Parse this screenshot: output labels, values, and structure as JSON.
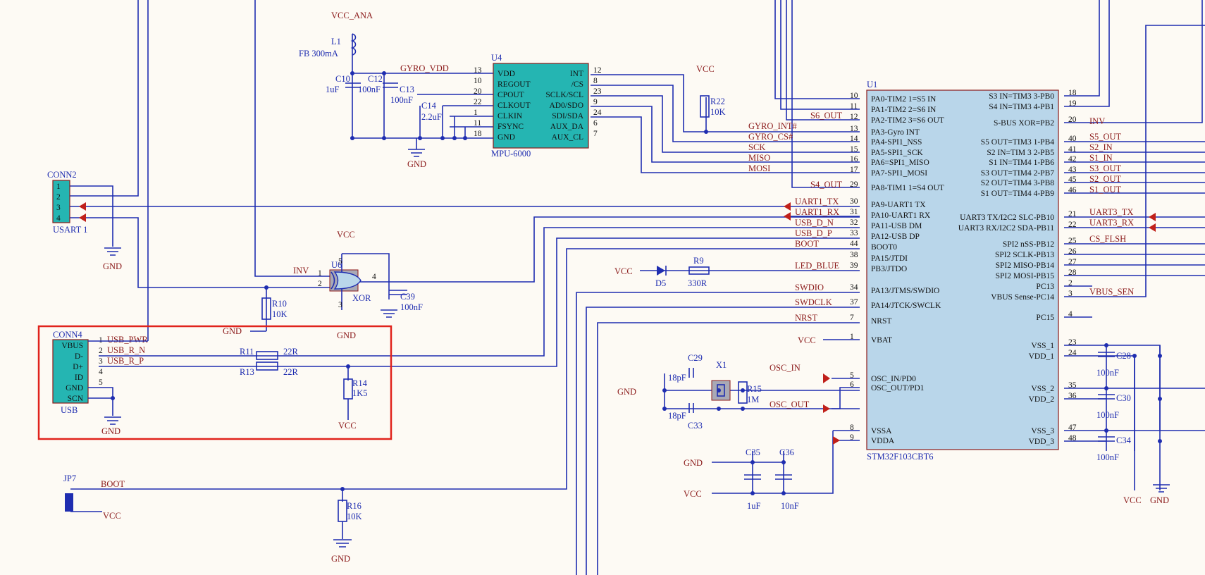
{
  "u1": {
    "ref": "U1",
    "part": "STM32F103CBT6",
    "left_pins": [
      {
        "num": "10",
        "name": "PA0-TIM2 1=S5 IN"
      },
      {
        "num": "11",
        "name": "PA1-TIM2 2=S6 IN"
      },
      {
        "num": "12",
        "name": "PA2-TIM2 3=S6 OUT"
      },
      {
        "num": "13",
        "name": "PA3-Gyro INT"
      },
      {
        "num": "14",
        "name": "PA4-SPI1_NSS"
      },
      {
        "num": "15",
        "name": "PA5-SPI1_SCK"
      },
      {
        "num": "16",
        "name": "PA6=SPI1_MISO"
      },
      {
        "num": "17",
        "name": "PA7-SPI1_MOSI"
      },
      {
        "num": "29",
        "name": "PA8-TIM1 1=S4 OUT"
      },
      {
        "num": "30",
        "name": "PA9-UART1 TX"
      },
      {
        "num": "31",
        "name": "PA10-UART1 RX"
      },
      {
        "num": "32",
        "name": "PA11-USB DM"
      },
      {
        "num": "33",
        "name": "PA12-USB DP"
      },
      {
        "num": "44",
        "name": "BOOT0"
      },
      {
        "num": "38",
        "name": "PA15/JTDI"
      },
      {
        "num": "39",
        "name": "PB3/JTDO"
      },
      {
        "num": "34",
        "name": "PA13/JTMS/SWDIO"
      },
      {
        "num": "37",
        "name": "PA14/JTCK/SWCLK"
      },
      {
        "num": "7",
        "name": "NRST"
      },
      {
        "num": "1",
        "name": "VBAT"
      },
      {
        "num": "5",
        "name": "OSC_IN/PD0"
      },
      {
        "num": "6",
        "name": "OSC_OUT/PD1"
      },
      {
        "num": "8",
        "name": "VSSA"
      },
      {
        "num": "9",
        "name": "VDDA"
      }
    ],
    "right_pins": [
      {
        "num": "18",
        "name": "S3 IN=TIM3 3-PB0"
      },
      {
        "num": "19",
        "name": "S4 IN=TIM3 4-PB1"
      },
      {
        "num": "20",
        "name": "S-BUS XOR=PB2"
      },
      {
        "num": "40",
        "name": "S5 OUT=TIM3 1-PB4"
      },
      {
        "num": "41",
        "name": "S2 IN=TIM 3 2-PB5"
      },
      {
        "num": "42",
        "name": "S1 IN=TIM4 1-PB6"
      },
      {
        "num": "43",
        "name": "S3 OUT=TIM4 2-PB7"
      },
      {
        "num": "45",
        "name": "S2 OUT=TIM4 3-PB8"
      },
      {
        "num": "46",
        "name": "S1 OUT=TIM4 4-PB9"
      },
      {
        "num": "21",
        "name": "UART3 TX/I2C2 SLC-PB10"
      },
      {
        "num": "22",
        "name": "UART3 RX/I2C2 SDA-PB11"
      },
      {
        "num": "25",
        "name": "SPI2 nSS-PB12"
      },
      {
        "num": "26",
        "name": "SPI2 SCLK-PB13"
      },
      {
        "num": "27",
        "name": "SPI2 MISO-PB14"
      },
      {
        "num": "28",
        "name": "SPI2 MOSI-PB15"
      },
      {
        "num": "2",
        "name": "PC13"
      },
      {
        "num": "3",
        "name": "VBUS Sense-PC14"
      },
      {
        "num": "4",
        "name": "PC15"
      },
      {
        "num": "23",
        "name": "VSS_1"
      },
      {
        "num": "24",
        "name": "VDD_1"
      },
      {
        "num": "35",
        "name": "VSS_2"
      },
      {
        "num": "36",
        "name": "VDD_2"
      },
      {
        "num": "47",
        "name": "VSS_3"
      },
      {
        "num": "48",
        "name": "VDD_3"
      }
    ]
  },
  "u4": {
    "ref": "U4",
    "part": "MPU-6000",
    "left_pins": [
      {
        "num": "13",
        "name": "VDD"
      },
      {
        "num": "10",
        "name": "REGOUT"
      },
      {
        "num": "20",
        "name": "CPOUT"
      },
      {
        "num": "22",
        "name": "CLKOUT"
      },
      {
        "num": "1",
        "name": "CLKIN"
      },
      {
        "num": "11",
        "name": "FSYNC"
      },
      {
        "num": "18",
        "name": "GND"
      }
    ],
    "right_pins": [
      {
        "num": "12",
        "name": "INT"
      },
      {
        "num": "8",
        "name": "/CS"
      },
      {
        "num": "23",
        "name": "SCLK/SCL"
      },
      {
        "num": "9",
        "name": "AD0/SDO"
      },
      {
        "num": "24",
        "name": "SDI/SDA"
      },
      {
        "num": "6",
        "name": "AUX_DA"
      },
      {
        "num": "7",
        "name": "AUX_CL"
      }
    ]
  },
  "u6": {
    "ref": "U6",
    "part": "XOR",
    "pin1": "1",
    "pin2": "2",
    "pin3": "3",
    "pin4": "4",
    "pin5": "5"
  },
  "conn2": {
    "ref": "CONN2",
    "part": "USART 1",
    "pins": [
      "1",
      "2",
      "3",
      "4"
    ]
  },
  "conn4": {
    "ref": "CONN4",
    "part": "USB",
    "pin_names": [
      "VBUS",
      "D-",
      "D+",
      "ID",
      "GND",
      "SCN"
    ],
    "pin_nums": [
      "1",
      "2",
      "3",
      "4",
      "5"
    ],
    "nets": [
      "USB_PWR",
      "USB_R_N",
      "USB_R_P"
    ]
  },
  "jp7": {
    "ref": "JP7"
  },
  "components": {
    "l1": {
      "ref": "L1",
      "value": "FB 300mA"
    },
    "c10": {
      "ref": "C10",
      "value": "1uF"
    },
    "c12": {
      "ref": "C12",
      "value": "100nF"
    },
    "c13": {
      "ref": "C13",
      "value": "100nF"
    },
    "c14": {
      "ref": "C14",
      "value": "2.2uF"
    },
    "r22": {
      "ref": "R22",
      "value": "10K"
    },
    "r10": {
      "ref": "R10",
      "value": "10K"
    },
    "c39": {
      "ref": "C39",
      "value": "100nF"
    },
    "r11": {
      "ref": "R11",
      "value": "22R"
    },
    "r13": {
      "ref": "R13",
      "value": "22R"
    },
    "r14": {
      "ref": "R14",
      "value": "1K5"
    },
    "r16": {
      "ref": "R16",
      "value": "10K"
    },
    "r9": {
      "ref": "R9",
      "value": "330R"
    },
    "d5": {
      "ref": "D5"
    },
    "c29": {
      "ref": "C29",
      "value": "18pF"
    },
    "c33": {
      "ref": "C33",
      "value": "18pF"
    },
    "x1": {
      "ref": "X1"
    },
    "r15": {
      "ref": "R15",
      "value": "1M"
    },
    "c35": {
      "ref": "C35",
      "value": "1uF"
    },
    "c36": {
      "ref": "C36",
      "value": "10nF"
    },
    "c28": {
      "ref": "C28",
      "value": "100nF"
    },
    "c30": {
      "ref": "C30",
      "value": "100nF"
    },
    "c34": {
      "ref": "C34",
      "value": "100nF"
    }
  },
  "nets": {
    "vcc_ana": "VCC_ANA",
    "gyro_vdd": "GYRO_VDD",
    "gyro_int": "GYRO_INT#",
    "gyro_cs": "GYRO_CS#",
    "sck": "SCK",
    "miso": "MISO",
    "mosi": "MOSI",
    "s6_out": "S6_OUT",
    "s4_out": "S4_OUT",
    "uart1_tx": "UART1_TX",
    "uart1_rx": "UART1_RX",
    "usb_d_n": "USB_D_N",
    "usb_d_p": "USB_D_P",
    "boot": "BOOT",
    "led_blue": "LED_BLUE",
    "swdio": "SWDIO",
    "swdclk": "SWDCLK",
    "nrst": "NRST",
    "osc_in": "OSC_IN",
    "osc_out": "OSC_OUT",
    "inv": "INV",
    "s5_out": "S5_OUT",
    "s2_in": "S2_IN",
    "s1_in": "S1_IN",
    "s3_out": "S3_OUT",
    "s2_out": "S2_OUT",
    "s1_out": "S1_OUT",
    "uart3_tx": "UART3_TX",
    "uart3_rx": "UART3_RX",
    "cs_flsh": "CS_FLSH",
    "vbus_sen": "VBUS_SEN",
    "vcc": "VCC",
    "gnd": "GND"
  },
  "highlight_color": "#e0231c",
  "wire_color": "#1f2db0",
  "label_color": "#8b1a1a",
  "chip_color": "#b9d6ea",
  "sensor_chip_color": "#25b5b2"
}
